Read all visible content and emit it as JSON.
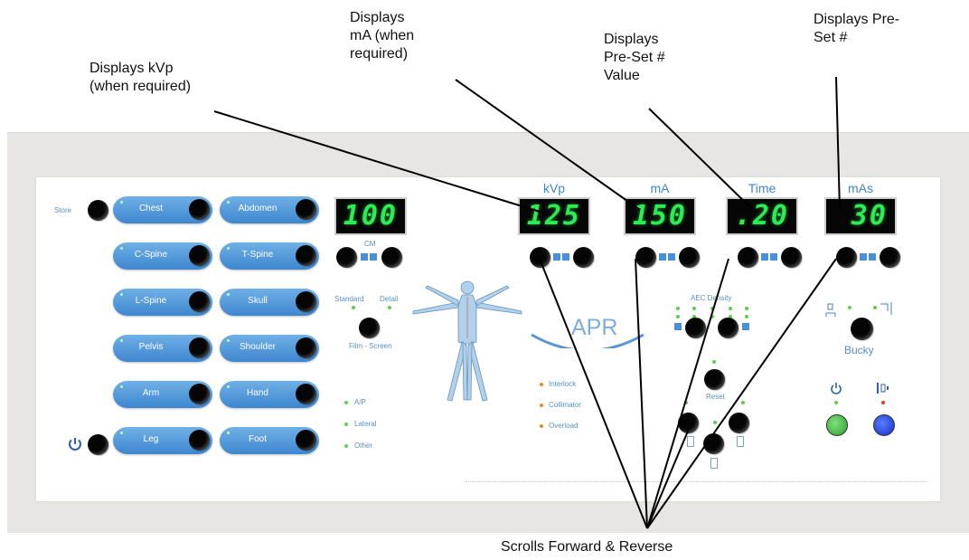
{
  "callouts": {
    "kvp": "Displays kVp\n(when required)",
    "ma": "Displays\nmA (when\nrequired)",
    "value": "Displays\nPre-Set #\n  Value",
    "preset": "Displays Pre-\nSet #",
    "scroll": "Scrolls Forward & Reverse"
  },
  "panel": {
    "store_label": "Store",
    "exam_buttons": [
      {
        "label": "Chest"
      },
      {
        "label": "Abdomen"
      },
      {
        "label": "C-Spine"
      },
      {
        "label": "T-Spine"
      },
      {
        "label": "L-Spine"
      },
      {
        "label": "Skull"
      },
      {
        "label": "Pelvis"
      },
      {
        "label": "Shoulder"
      },
      {
        "label": "Arm"
      },
      {
        "label": "Hand"
      },
      {
        "label": "Leg"
      },
      {
        "label": "Foot"
      }
    ],
    "power_icon": "power-icon",
    "cm_display": "100",
    "cm_label": "CM",
    "film_screen": {
      "standard": "Standard",
      "detail": "Detail",
      "label": "Film - Screen"
    },
    "projections": [
      "A/P",
      "Lateral",
      "Other"
    ],
    "apr_label": "APR",
    "interlocks": [
      "Interlock",
      "Collimator",
      "Overload"
    ],
    "readouts": [
      {
        "label": "kVp",
        "value": "125"
      },
      {
        "label": "mA",
        "value": "150"
      },
      {
        "label": "Time",
        "value": ".20"
      },
      {
        "label": "mAs",
        "value": "30"
      }
    ],
    "aec_label": "AEC Density",
    "reset_label": "Reset",
    "bucky_label": "Bucky",
    "colors": {
      "pill": "#4a90d9",
      "display_text": "#2eea55",
      "panel": "#ffffff",
      "body": "#e7e6e4"
    }
  }
}
